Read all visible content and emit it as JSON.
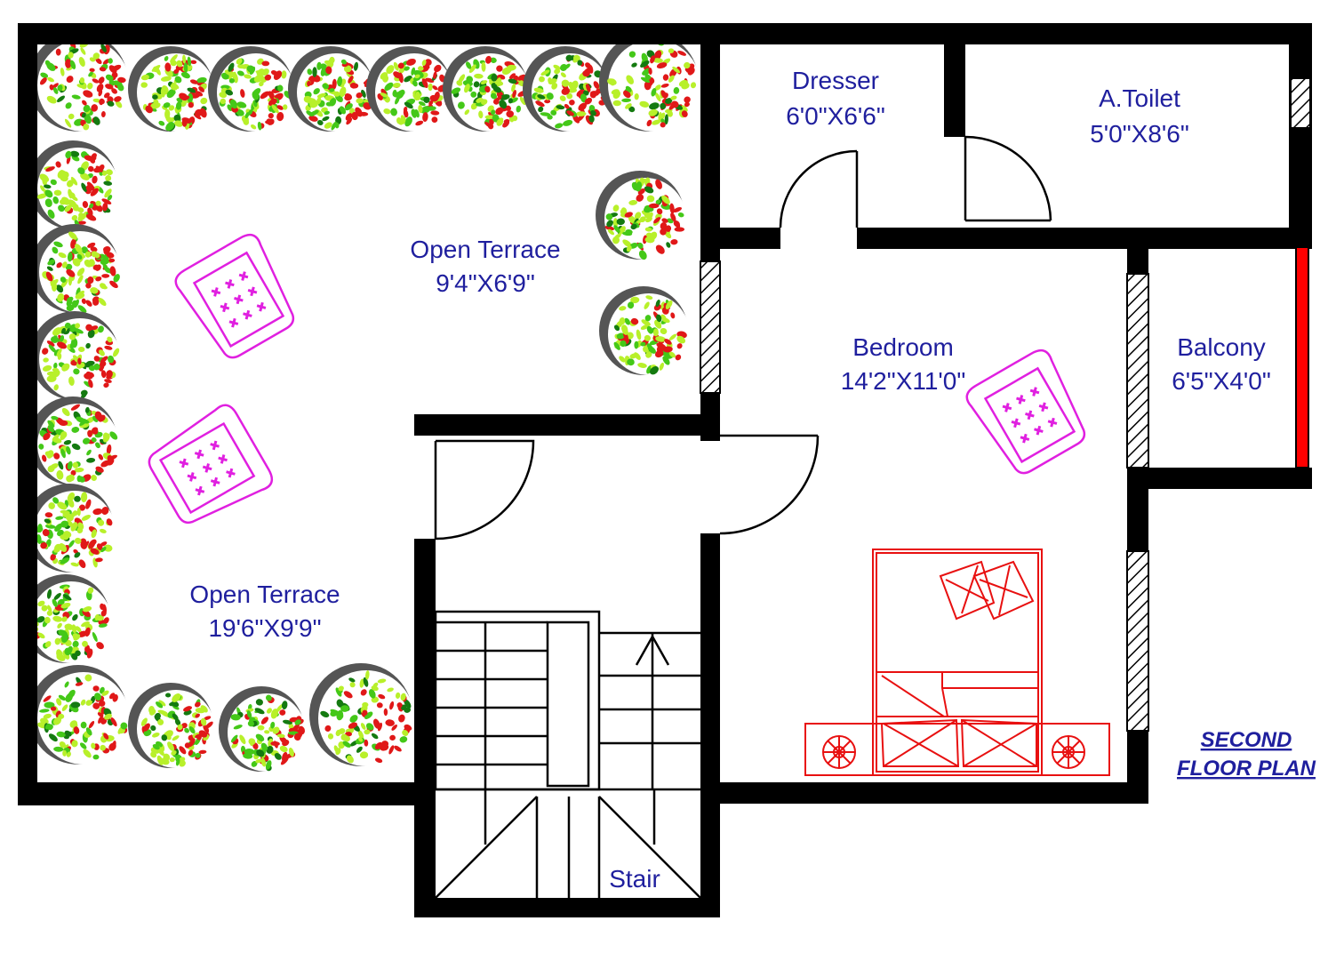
{
  "rooms": {
    "dresser": {
      "name": "Dresser",
      "size": "6'0\"X6'6\""
    },
    "toilet": {
      "name": "A.Toilet",
      "size": "5'0\"X8'6\""
    },
    "terrace_small": {
      "name": "Open Terrace",
      "size": "9'4\"X6'9\""
    },
    "bedroom": {
      "name": "Bedroom",
      "size": "14'2\"X11'0\""
    },
    "balcony": {
      "name": "Balcony",
      "size": "6'5\"X4'0\""
    },
    "terrace_large": {
      "name": "Open Terrace",
      "size": "19'6\"X9'9\""
    },
    "stair": {
      "name": "Stair"
    }
  },
  "title": {
    "line1": "SECOND",
    "line2": "FLOOR PLAN"
  },
  "colors": {
    "wall": "#000000",
    "label": "#1f1f9e",
    "title": "#1f1f9e",
    "chair": "#e020e0",
    "bed": "#e81010",
    "balcony_rail": "#ff0000",
    "plant_light": "#b8f02a",
    "plant_mid": "#44c818",
    "plant_dark": "#147a10",
    "plant_red": "#e01818",
    "pot": "#555555"
  }
}
